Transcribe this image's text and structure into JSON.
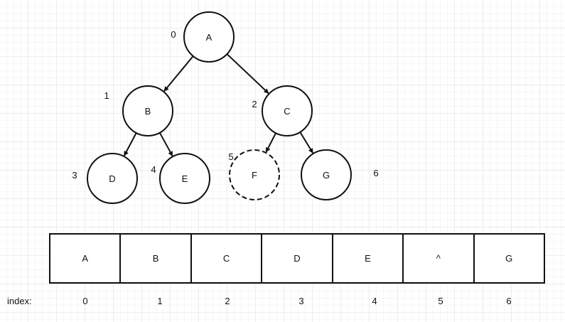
{
  "tree": {
    "nodes": [
      {
        "label": "A",
        "index": "0",
        "dashed": false
      },
      {
        "label": "B",
        "index": "1",
        "dashed": false
      },
      {
        "label": "C",
        "index": "2",
        "dashed": false
      },
      {
        "label": "D",
        "index": "3",
        "dashed": false
      },
      {
        "label": "E",
        "index": "4",
        "dashed": false
      },
      {
        "label": "F",
        "index": "5",
        "dashed": true
      },
      {
        "label": "G",
        "index": "6",
        "dashed": false
      }
    ],
    "edges": [
      {
        "from": "A",
        "to": "B"
      },
      {
        "from": "A",
        "to": "C"
      },
      {
        "from": "B",
        "to": "D"
      },
      {
        "from": "B",
        "to": "E"
      },
      {
        "from": "C",
        "to": "F"
      },
      {
        "from": "C",
        "to": "G"
      }
    ]
  },
  "array": {
    "cells": [
      "A",
      "B",
      "C",
      "D",
      "E",
      "^",
      "G"
    ],
    "index_label": "index:",
    "indices": [
      "0",
      "1",
      "2",
      "3",
      "4",
      "5",
      "6"
    ]
  },
  "colors": {
    "stroke": "#111111",
    "grid": "#ececec"
  }
}
